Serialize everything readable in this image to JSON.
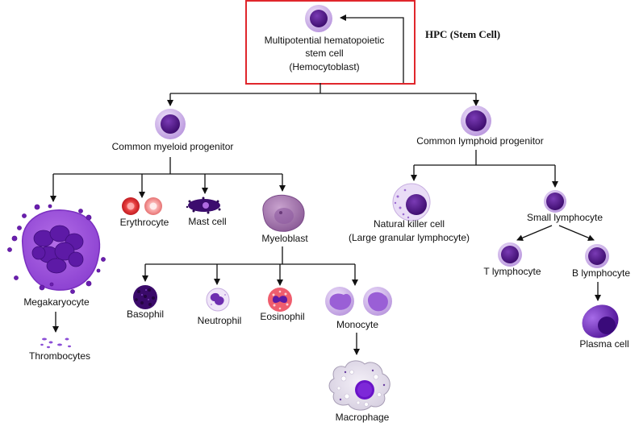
{
  "header": {
    "hpc_label": "HPC (Stem Cell)"
  },
  "colors": {
    "highlight_box": "#e0262c",
    "cell_nucleus": "#4a0d80",
    "cell_cytoplasm": "#c9a7e6",
    "erythrocyte": "#d8242c",
    "arrows": "#111111"
  },
  "cells": {
    "stem_line1": "Multipotential hematopoietic",
    "stem_line2": "stem cell",
    "stem_line3": "(Hemocytoblast)",
    "myeloid_progenitor": "Common myeloid progenitor",
    "lymphoid_progenitor": "Common lymphoid progenitor",
    "megakaryocyte": "Megakaryocyte",
    "thrombocytes": "Thrombocytes",
    "erythrocyte": "Erythrocyte",
    "mast_cell": "Mast cell",
    "myeloblast": "Myeloblast",
    "basophil": "Basophil",
    "neutrophil": "Neutrophil",
    "eosinophil": "Eosinophil",
    "monocyte": "Monocyte",
    "macrophage": "Macrophage",
    "nk_line1": "Natural killer cell",
    "nk_line2": "(Large granular lymphocyte)",
    "small_lymphocyte": "Small lymphocyte",
    "t_lymphocyte": "T lymphocyte",
    "b_lymphocyte": "B lymphocyte",
    "plasma_cell": "Plasma cell"
  }
}
